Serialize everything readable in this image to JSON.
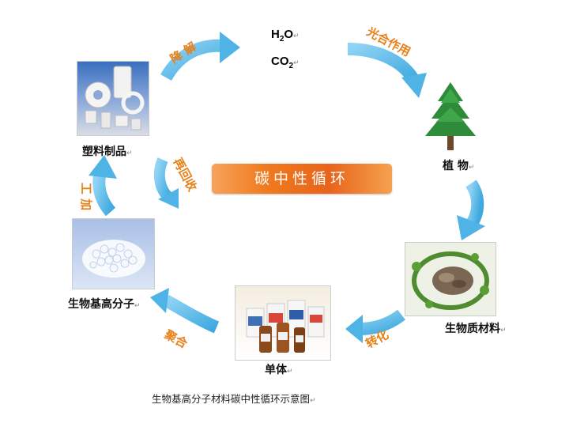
{
  "center": {
    "title": "碳中性循环"
  },
  "caption": "生物基高分子材料碳中性循环示意图",
  "return_mark": "↵",
  "molecules": {
    "water": {
      "main": "H",
      "sub": "2",
      "tail": "O"
    },
    "carbon_dioxide": {
      "main": "CO",
      "sub": "2"
    }
  },
  "nodes": {
    "plastic_products": {
      "label": "塑料制品"
    },
    "plant": {
      "label": "植 物"
    },
    "biomass": {
      "label": "生物质材料"
    },
    "monomer": {
      "label": "单体"
    },
    "polymer": {
      "label": "生物基高分子"
    }
  },
  "processes": {
    "degradation": "降 解",
    "photosynthesis": "光合作用",
    "conversion": "转化",
    "polymerization": "聚合",
    "processing": "工 加",
    "recycling": "再回收"
  },
  "colors": {
    "arrow": "#5bbcec",
    "process_text": "#e8811a",
    "center_box": "#ef7b22"
  }
}
